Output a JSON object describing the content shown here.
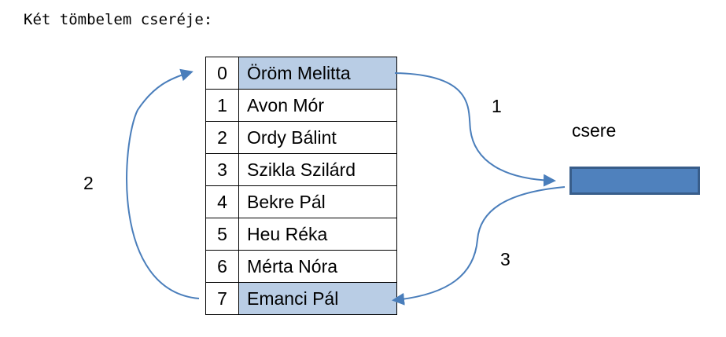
{
  "title": "Két tömbelem cseréje:",
  "array": {
    "rows": [
      {
        "index": "0",
        "value": "Öröm Melitta",
        "highlighted": true
      },
      {
        "index": "1",
        "value": "Avon Mór",
        "highlighted": false
      },
      {
        "index": "2",
        "value": "Ordy Bálint",
        "highlighted": false
      },
      {
        "index": "3",
        "value": "Szikla Szilárd",
        "highlighted": false
      },
      {
        "index": "4",
        "value": "Bekre Pál",
        "highlighted": false
      },
      {
        "index": "5",
        "value": "Heu Réka",
        "highlighted": false
      },
      {
        "index": "6",
        "value": "Mérta Nóra",
        "highlighted": false
      },
      {
        "index": "7",
        "value": "Emanci Pál",
        "highlighted": true
      }
    ]
  },
  "temp": {
    "label": "csere"
  },
  "steps": {
    "step1": "1",
    "step2": "2",
    "step3": "3"
  },
  "colors": {
    "highlight_fill": "#b9cde5",
    "temp_fill": "#4f81bd",
    "temp_border": "#385d8a",
    "arrow": "#4a7ebb"
  }
}
